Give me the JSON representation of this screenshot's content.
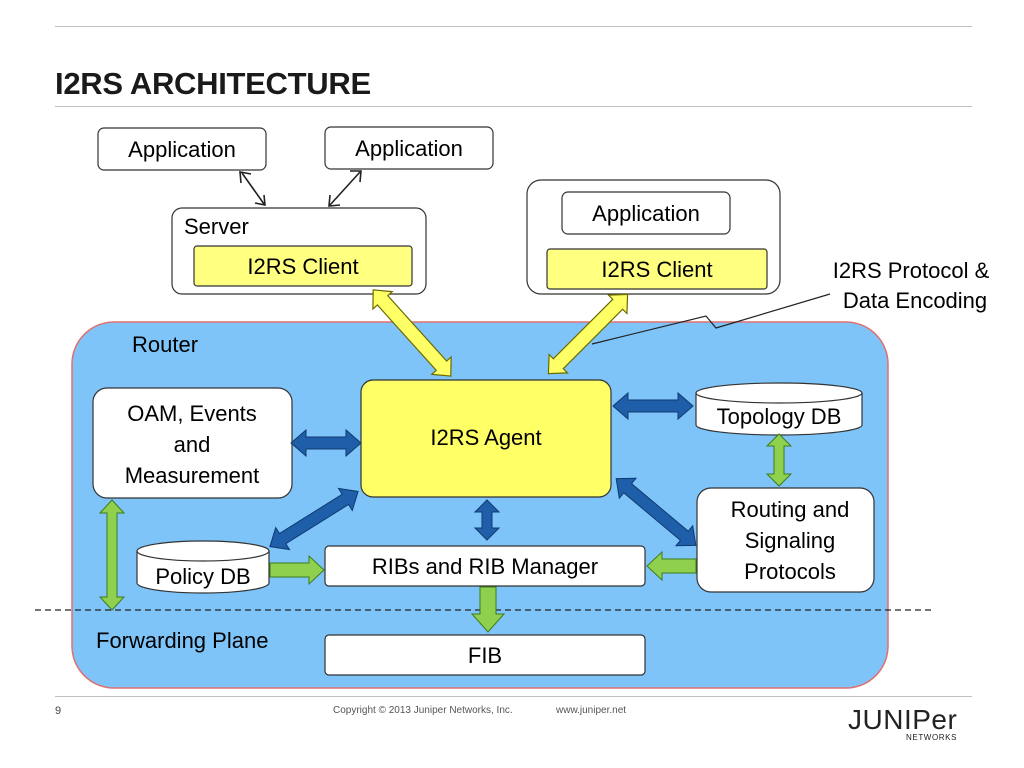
{
  "slide": {
    "title": "I2RS ARCHITECTURE",
    "page_number": "9"
  },
  "diagram": {
    "app_left": "Application",
    "app_mid": "Application",
    "app_right": "Application",
    "server_label": "Server",
    "client_left": "I2RS Client",
    "client_right": "I2RS Client",
    "protocol_callout": [
      "I2RS Protocol &",
      "Data Encoding"
    ],
    "router_label": "Router",
    "agent": "I2RS Agent",
    "oam": [
      "OAM, Events",
      "and",
      "Measurement"
    ],
    "topology_db": "Topology DB",
    "routing": [
      "Routing and",
      "Signaling",
      "Protocols"
    ],
    "policy_db": "Policy DB",
    "ribs": "RIBs and RIB Manager",
    "forwarding_plane": "Forwarding Plane",
    "fib": "FIB",
    "colors": {
      "router_fill": "#7ec4f8",
      "router_border": "#e07070",
      "client_fill": "#ffff80",
      "arrow_yellow": "#ffff66",
      "arrow_blue": "#1f5ea8",
      "arrow_green": "#8fd14f"
    }
  },
  "footer": {
    "copyright": "Copyright © 2013 Juniper Networks, Inc.",
    "website": "www.juniper.net",
    "logo_wordmark": "JUNIPer",
    "logo_sub": "NETWORKS"
  }
}
